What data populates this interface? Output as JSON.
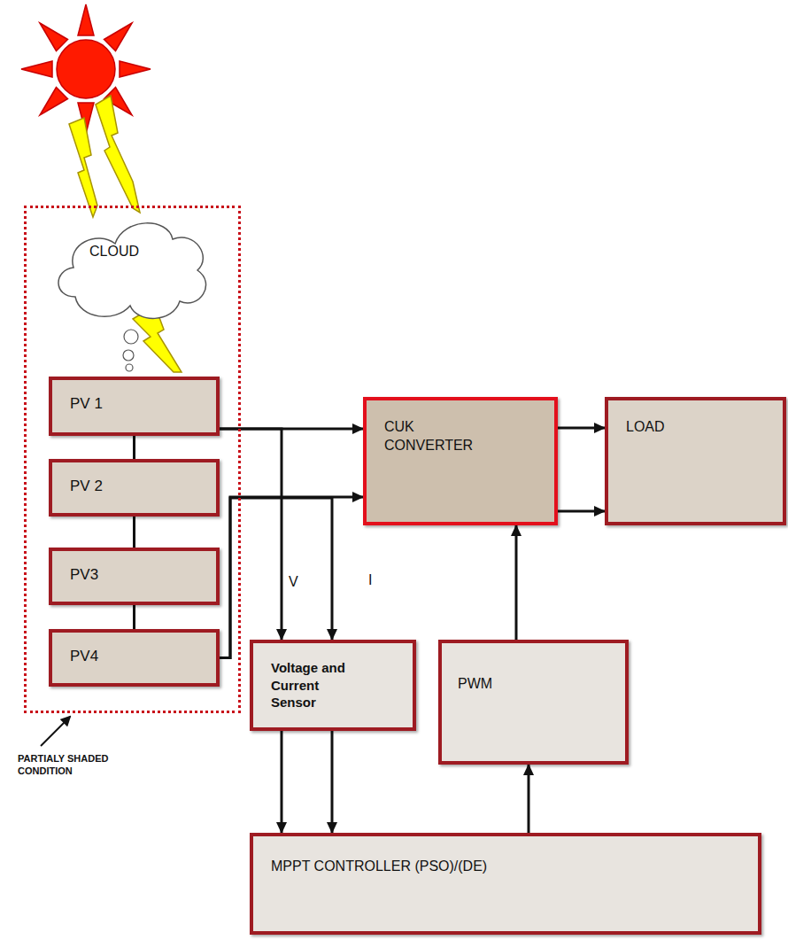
{
  "diagram": {
    "nodes": [
      {
        "text": [
          "PARTIALY SHADED CONDITION"
        ]
      },
      {
        "text": [
          "CLOUD"
        ],
        "in": 0
      },
      {
        "text": [
          "PV 1"
        ],
        "in": 0
      },
      {
        "text": [
          "PV 2"
        ],
        "in": 0
      },
      {
        "text": [
          "PV3"
        ],
        "in": 0
      },
      {
        "text": [
          "PV4"
        ],
        "in": 0
      },
      {
        "text": [
          "CUK CONVERTER"
        ]
      },
      {
        "text": [
          "LOAD"
        ]
      },
      {
        "text": [
          "Voltage and Current Sensor"
        ]
      },
      {
        "text": [
          "PWM"
        ]
      },
      {
        "text": [
          "MPPT CONTROLLER (PSO)/(DE)"
        ]
      }
    ],
    "edges": [
      {
        "from": 2,
        "to": 3,
        "arrow": "none"
      },
      {
        "from": 3,
        "to": 4,
        "arrow": "none"
      },
      {
        "from": 4,
        "to": 5,
        "arrow": "none"
      },
      {
        "from": 2,
        "to": 6,
        "arrow": "to"
      },
      {
        "from": 5,
        "to": 6,
        "arrow": "to"
      },
      {
        "from": 2,
        "to": 8,
        "label": "V",
        "arrow": "to"
      },
      {
        "from": 5,
        "to": 8,
        "label": "I",
        "arrow": "to"
      },
      {
        "from": 6,
        "to": 7,
        "arrow": "to"
      },
      {
        "from": 6,
        "to": 7,
        "arrow": "to"
      },
      {
        "from": 8,
        "to": 10,
        "arrow": "to"
      },
      {
        "from": 8,
        "to": 10,
        "arrow": "to"
      },
      {
        "from": 10,
        "to": 9,
        "arrow": "to"
      },
      {
        "from": 9,
        "to": 6,
        "arrow": "to"
      }
    ]
  }
}
